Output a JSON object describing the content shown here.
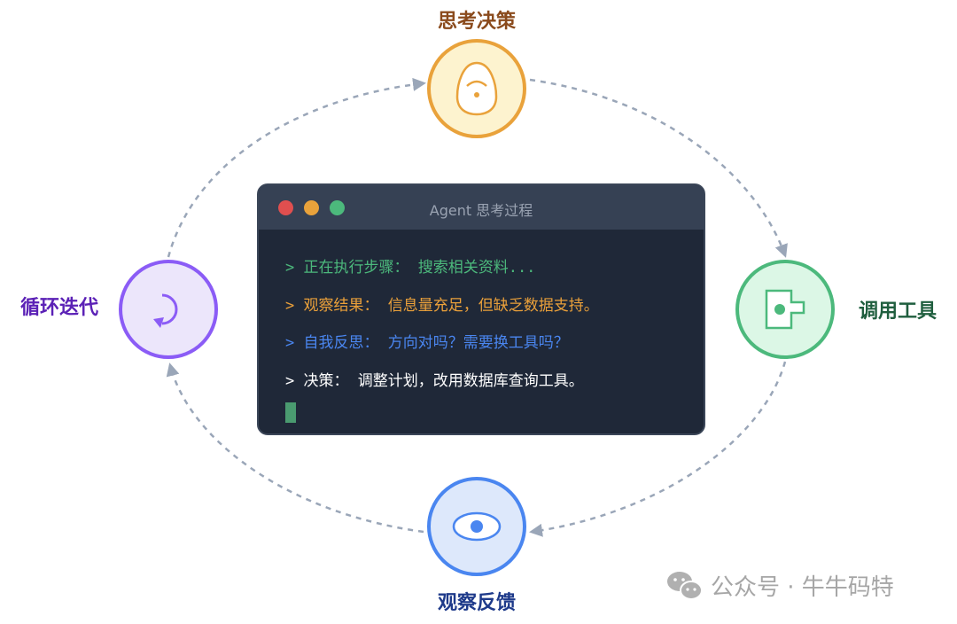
{
  "nodes": {
    "think": {
      "label": "思考决策",
      "color": "#e9a23b",
      "fill": "#fdf3cf",
      "icon": "brain-egg-icon"
    },
    "tool": {
      "label": "调用工具",
      "color": "#4cb97c",
      "fill": "#dcf7e6",
      "icon": "puzzle-tool-icon"
    },
    "observe": {
      "label": "观察反馈",
      "color": "#4a86f0",
      "fill": "#dde8fb",
      "icon": "eye-icon"
    },
    "loop": {
      "label": "循环迭代",
      "color": "#8b5cf6",
      "fill": "#ece6fb",
      "icon": "refresh-icon"
    }
  },
  "terminal": {
    "title": "Agent 思考过程",
    "lines": [
      {
        "text": "> 正在执行步骤： 搜索相关资料...",
        "color": "#4cb97c"
      },
      {
        "text": "> 观察结果： 信息量充足，但缺乏数据支持。",
        "color": "#eaa03a"
      },
      {
        "text": "> 自我反思： 方向对吗？需要换工具吗？",
        "color": "#4a86f0"
      },
      {
        "text": "> 决策： 调整计划，改用数据库查询工具。",
        "color": "#ffffff"
      }
    ]
  },
  "watermark": {
    "text": "公众号 · 牛牛码特",
    "icon": "wechat-icon"
  }
}
